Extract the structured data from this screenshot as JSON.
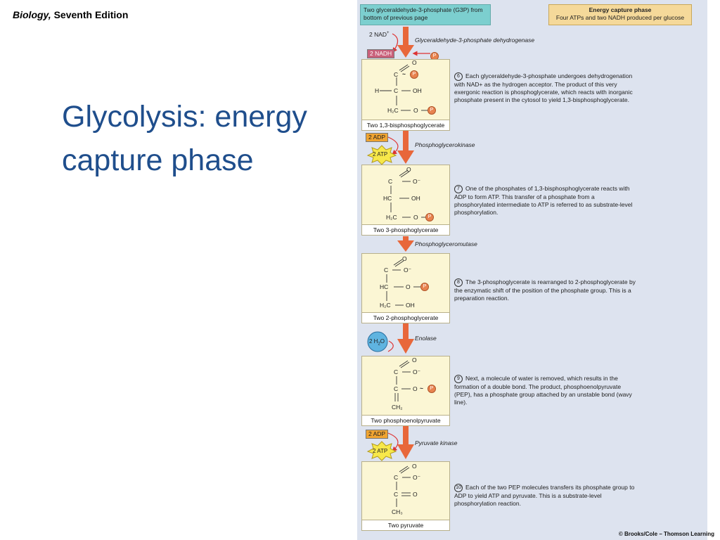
{
  "book": {
    "title": "Biology,",
    "edition": "Seventh Edition"
  },
  "slide": {
    "title": "Glycolysis: energy capture phase"
  },
  "header": {
    "left": "Two glyceraldehyde-3-phosphate (G3P) from bottom of previous page",
    "right_title": "Energy capture phase",
    "right_sub": "Four ATPs and two NADH produced per glucose"
  },
  "reactants": {
    "nad": "2 NAD",
    "nad_sup": "+",
    "nadh": "2 NADH",
    "phosphate": "P",
    "adp": "2 ADP",
    "atp": "2 ATP",
    "water": "2 H",
    "water_sub": "2",
    "water_end": "O"
  },
  "enzymes": [
    "Glyceraldehyde-3-phosphate dehydrogenase",
    "Phosphoglycerokinase",
    "Phosphoglyceromutase",
    "Enolase",
    "Pyruvate kinase"
  ],
  "molecules": [
    "Two 1,3-bisphosphoglycerate",
    "Two 3-phosphoglycerate",
    "Two 2-phosphoglycerate",
    "Two phosphoenolpyruvate",
    "Two pyruvate"
  ],
  "steps": [
    {
      "num": "6",
      "text": "Each glyceraldehyde-3-phosphate undergoes dehydrogenation with NAD+ as the hydrogen acceptor. The product of this very exergonic reaction is phosphoglycerate, which reacts with inorganic phosphate present in the cytosol to yield 1,3-bisphosphoglycerate."
    },
    {
      "num": "7",
      "text": "One of the phosphates of 1,3-bisphosphoglycerate reacts with ADP to form ATP. This transfer of a phosphate from a phosphorylated intermediate to ATP is referred to as substrate-level phosphorylation."
    },
    {
      "num": "8",
      "text": "The 3-phosphoglycerate is rearranged to 2-phosphoglycerate by the enzymatic shift of the position of the phosphate group. This is a preparation reaction."
    },
    {
      "num": "9",
      "text": "Next, a molecule of water is removed, which results in the formation of a double bond. The product, phosphoenolpyruvate (PEP), has a phosphate group attached by an unstable bond (wavy line)."
    },
    {
      "num": "10",
      "text": "Each of the two PEP molecules transfers its phosphate group to ADP to yield ATP and pyruvate. This is a substrate-level phosphorylation reaction."
    }
  ],
  "chem": {
    "O": "O",
    "C": "C",
    "H": "H",
    "OH": "OH",
    "HC": "HC",
    "H2C": "H₂C",
    "Ominus": "O⁻",
    "CH2": "CH₂",
    "CH3": "CH₃",
    "wave": "~",
    "dash": "—",
    "dbl": "="
  },
  "credit": "© Brooks/Cole – Thomson Learning",
  "colors": {
    "title": "#1f4e8c",
    "arrow": "#e8673a",
    "panel": "#dde3ef",
    "molecule_bg": "#fbf6d4"
  }
}
